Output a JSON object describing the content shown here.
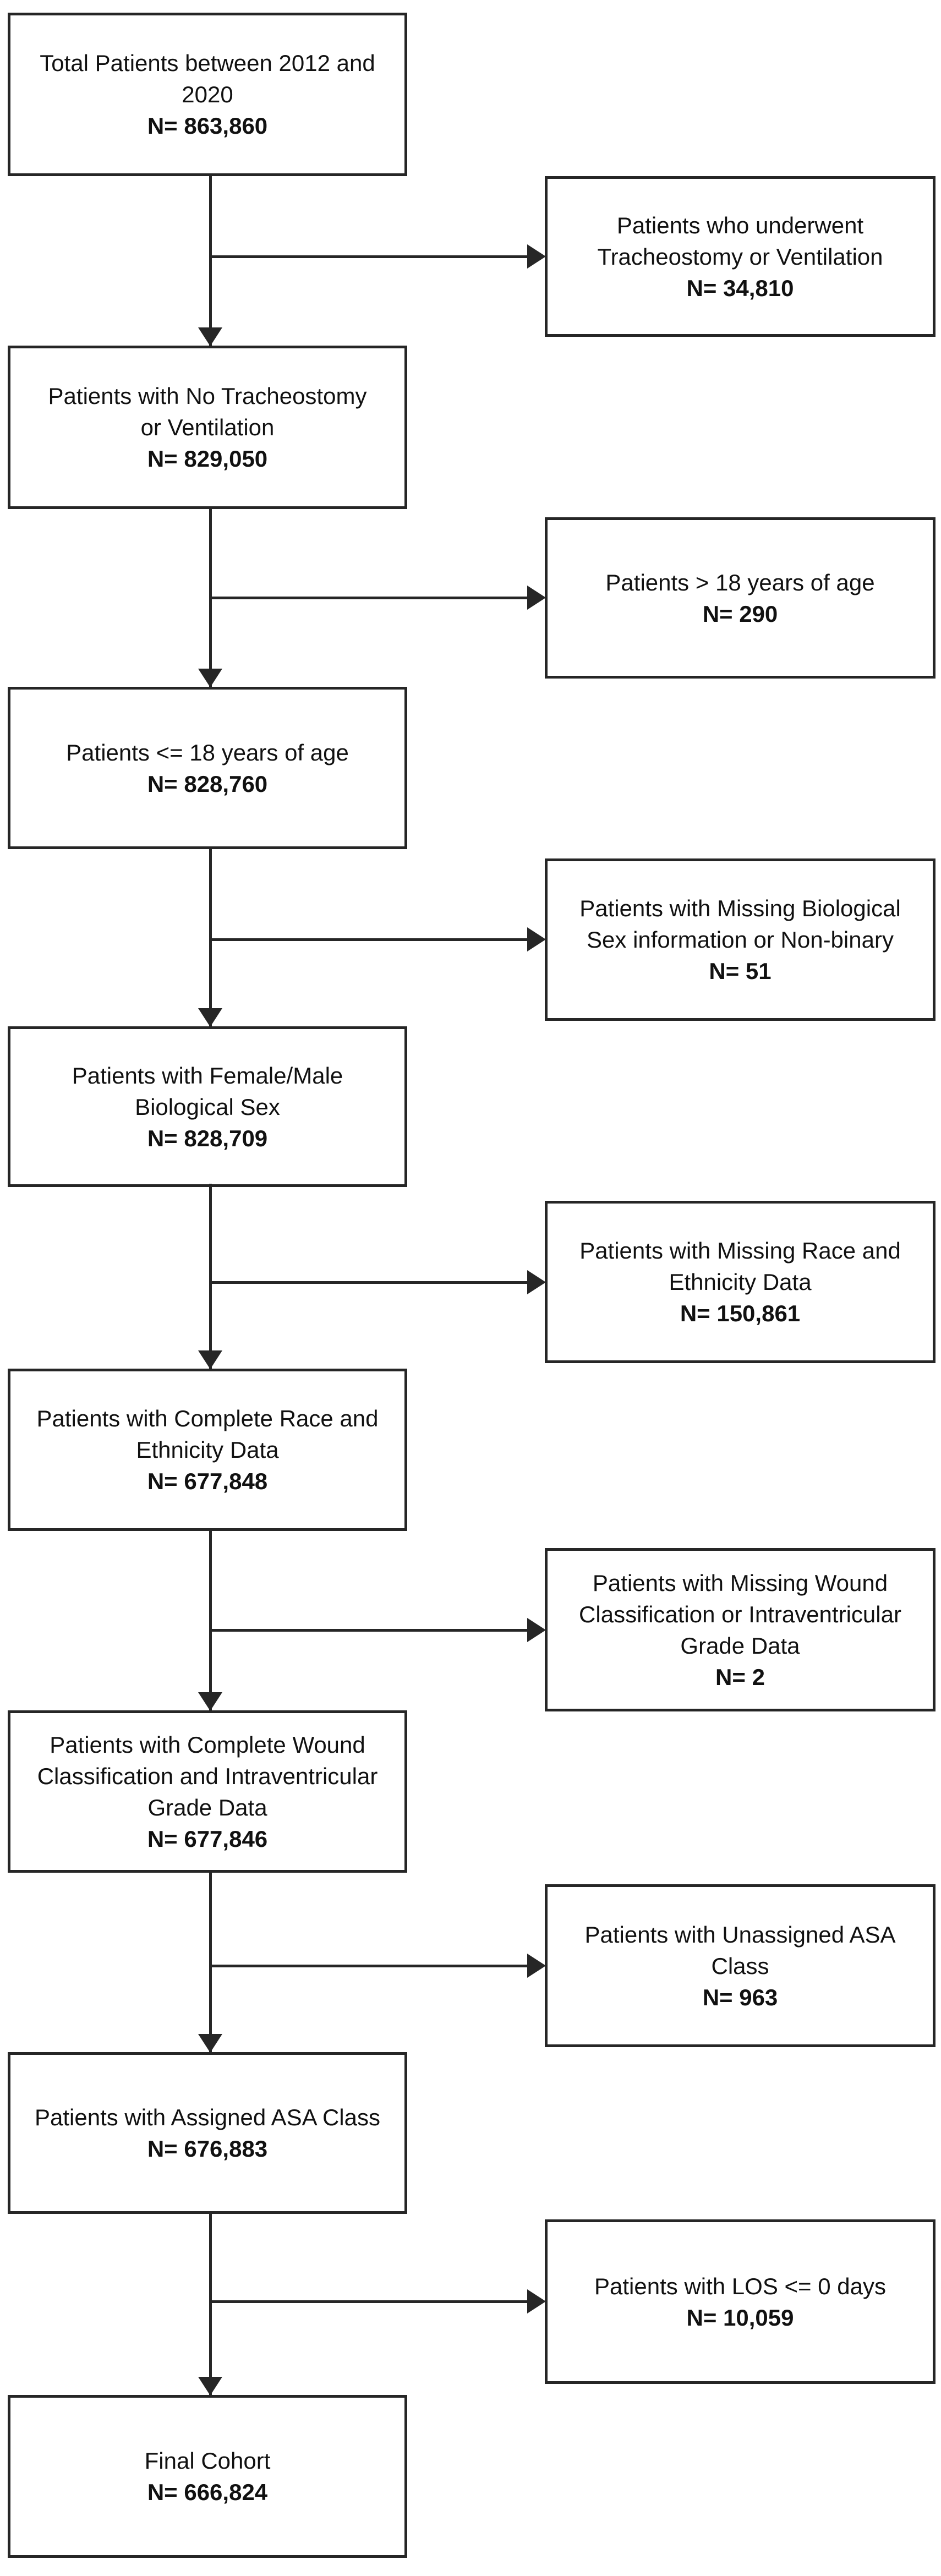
{
  "figure": {
    "type": "patient-selection-flowchart",
    "background_color": "#ffffff",
    "line_color": "#262626",
    "text_color": "#111111"
  },
  "main_flow": [
    {
      "text": "Total Patients between 2012 and\n2020",
      "n": "N= 863,860"
    },
    {
      "text": "Patients with No Tracheostomy\nor Ventilation",
      "n": "N= 829,050"
    },
    {
      "text": "Patients <= 18 years of age",
      "n": "N= 828,760"
    },
    {
      "text": "Patients with Female/Male\nBiological Sex",
      "n": "N= 828,709"
    },
    {
      "text": "Patients with Complete Race and\nEthnicity Data",
      "n": "N= 677,848"
    },
    {
      "text": "Patients with Complete Wound\nClassification and Intraventricular\nGrade Data",
      "n": "N= 677,846"
    },
    {
      "text": "Patients with Assigned ASA Class",
      "n": "N= 676,883"
    },
    {
      "text": "Final Cohort",
      "n": "N= 666,824"
    }
  ],
  "exclusions": [
    {
      "text": "Patients who underwent\nTracheostomy or Ventilation",
      "n": "N= 34,810"
    },
    {
      "text": "Patients > 18 years of age",
      "n": "N= 290"
    },
    {
      "text": "Patients with Missing Biological\nSex information or Non-binary",
      "n": "N= 51"
    },
    {
      "text": "Patients with Missing Race and\nEthnicity Data",
      "n": "N= 150,861"
    },
    {
      "text": "Patients with Missing Wound\nClassification or Intraventricular\nGrade Data",
      "n": "N= 2"
    },
    {
      "text": "Patients with Unassigned ASA\nClass",
      "n": "N= 963"
    },
    {
      "text": "Patients with LOS <= 0 days",
      "n": "N= 10,059"
    }
  ]
}
